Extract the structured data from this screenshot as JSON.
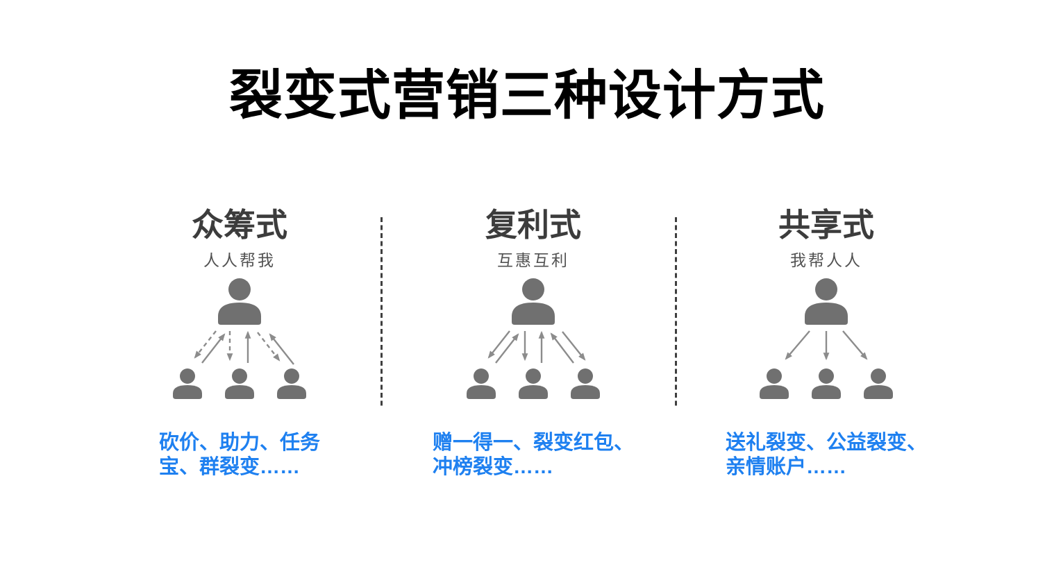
{
  "page": {
    "background": "#ffffff",
    "accent_blue": "#1E80F0",
    "title_color": "#000000",
    "heading_gray": "#3c3c3c",
    "subtitle_gray": "#525252",
    "person_icon_gray": "#707070",
    "arrow_gray": "#8c8c8c"
  },
  "title": "裂变式营销三种设计方式",
  "columns": [
    {
      "title": "众筹式",
      "subtitle": "人人帮我",
      "diagram_meaning": "dashed arrows out from one person, solid arrows back in (everyone helps me)",
      "examples": "砍价、助力、任务\n宝、群裂变……"
    },
    {
      "title": "复利式",
      "subtitle": "互惠互利",
      "diagram_meaning": "solid two-way arrows between one person and three people (mutual benefit)",
      "examples": "赠一得一、裂变红包、\n冲榜裂变……"
    },
    {
      "title": "共享式",
      "subtitle": "我帮人人",
      "diagram_meaning": "solid one-way arrows from one person out to three people (I help everyone)",
      "examples": "送礼裂变、公益裂变、\n亲情账户……"
    }
  ]
}
